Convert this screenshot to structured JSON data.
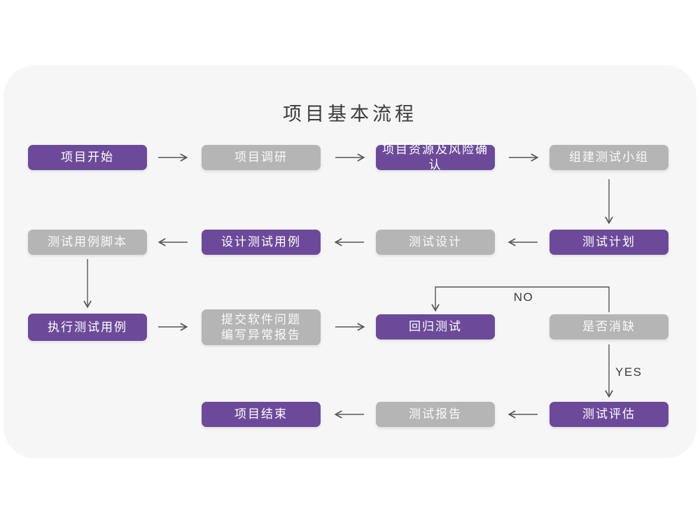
{
  "title": "项目基本流程",
  "colors": {
    "purple_node": "#6C4A99",
    "gray_node": "#B5B5B5",
    "node_text": "#FFFFFF",
    "arrow": "#55565A",
    "title_text": "#3B3B3B",
    "card_background": "#F6F6F7",
    "page_background": "#FFFFFF"
  },
  "flow": {
    "nodes": [
      {
        "id": "project-start",
        "label": "项目开始",
        "style": "purple"
      },
      {
        "id": "project-research",
        "label": "项目调研",
        "style": "gray"
      },
      {
        "id": "resources-risk-confirm",
        "label": "项目资源及风险确认",
        "style": "purple"
      },
      {
        "id": "build-test-team",
        "label": "组建测试小组",
        "style": "gray"
      },
      {
        "id": "test-plan",
        "label": "测试计划",
        "style": "purple"
      },
      {
        "id": "test-design",
        "label": "测试设计",
        "style": "gray"
      },
      {
        "id": "design-test-cases",
        "label": "设计测试用例",
        "style": "purple"
      },
      {
        "id": "test-case-script",
        "label": "测试用例脚本",
        "style": "gray"
      },
      {
        "id": "execute-test-cases",
        "label": "执行测试用例",
        "style": "purple"
      },
      {
        "id": "submit-issue-report",
        "label": "提交软件问题\n编写异常报告",
        "style": "gray"
      },
      {
        "id": "regression-test",
        "label": "回归测试",
        "style": "purple"
      },
      {
        "id": "defect-eliminated",
        "label": "是否消缺",
        "style": "gray"
      },
      {
        "id": "test-evaluation",
        "label": "测试评估",
        "style": "purple"
      },
      {
        "id": "test-report",
        "label": "测试报告",
        "style": "gray"
      },
      {
        "id": "project-end",
        "label": "项目结束",
        "style": "purple"
      }
    ],
    "edge_labels": {
      "no": "NO",
      "yes": "YES"
    }
  }
}
